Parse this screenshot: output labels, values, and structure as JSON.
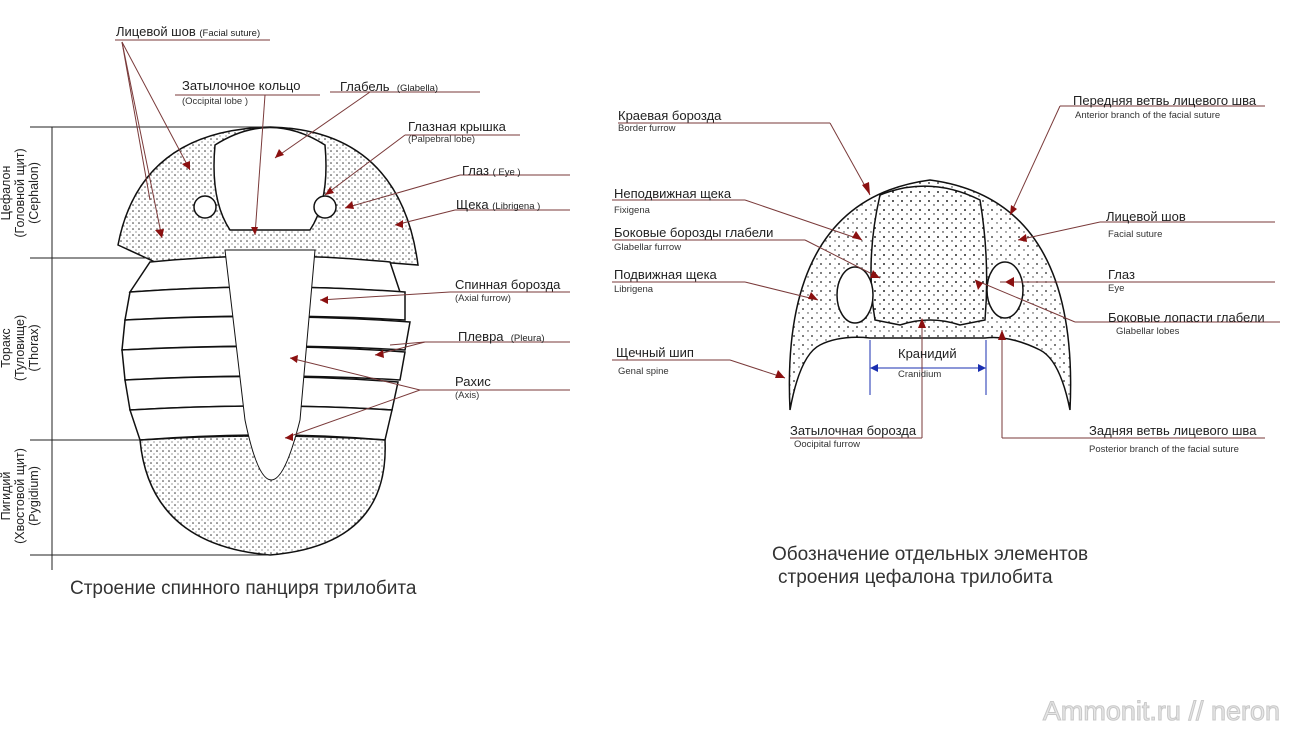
{
  "left": {
    "labels": {
      "facial_suture": {
        "ru": "Лицевой шов",
        "en": "(Facial suture)"
      },
      "occipital": {
        "ru": "Затылочное кольцо",
        "en": "(Occipital lobe )"
      },
      "glabella": {
        "ru": "Глабель",
        "en": "(Glabella)"
      },
      "palpebral": {
        "ru": "Глазная крышка",
        "en": "(Palpebral lobe)"
      },
      "eye": {
        "ru": "Глаз",
        "en": "( Eye )"
      },
      "librigena": {
        "ru": "Щека",
        "en": "(Librigena  )"
      },
      "axial": {
        "ru": "Спинная борозда",
        "en": "(Axial furrow)"
      },
      "pleura": {
        "ru": "Плевра",
        "en": "(Pleura)"
      },
      "axis": {
        "ru": "Рахис",
        "en": "(Axis)"
      }
    },
    "sections": {
      "cephalon": [
        "Цефалон",
        "(Головной щит)",
        "(Cephalon)"
      ],
      "thorax": [
        "Торакс",
        "(Туловище)",
        "(Thorax)"
      ],
      "pygidium": [
        "Пигидий",
        "(Хвостовой щит)",
        "(Pygidium)"
      ]
    },
    "caption": "Строение спинного панциря трилобита"
  },
  "right": {
    "labels": {
      "border": {
        "ru": "Краевая борозда",
        "en": "Border furrow"
      },
      "fixigena": {
        "ru": "Неподвижная щека",
        "en": "Fixigena"
      },
      "gfurrow": {
        "ru": "Боковые борозды глабели",
        "en": "Glabellar furrow"
      },
      "librigena": {
        "ru": "Подвижная щека",
        "en": "Librigena"
      },
      "genal": {
        "ru": "Щечный шип",
        "en": "Genal spine"
      },
      "occfurrow": {
        "ru": "Затылочная борозда",
        "en": "Oocipital furrow"
      },
      "anterior": {
        "ru": "Передняя ветвь лицевого шва",
        "en": "Anterior branch of the facial suture"
      },
      "facial": {
        "ru": "Лицевой шов",
        "en": "Facial suture"
      },
      "eye": {
        "ru": "Глаз",
        "en": "Eye"
      },
      "globes": {
        "ru": "Боковые лопасти глабели",
        "en": "Glabellar lobes"
      },
      "posterior": {
        "ru": "Задняя ветвь лицевого шва",
        "en": "Posterior branch of the facial suture"
      },
      "cranidium": {
        "ru": "Кранидий",
        "en": "Cranidium"
      }
    },
    "caption": [
      "Обозначение отдельных элементов",
      "строения цефалона трилобита"
    ]
  },
  "watermark": "Ammonit.ru // neron",
  "colors": {
    "leader": "#7a3a3a",
    "arrow": "#8b1010",
    "dimension": "#1a2fb0"
  }
}
